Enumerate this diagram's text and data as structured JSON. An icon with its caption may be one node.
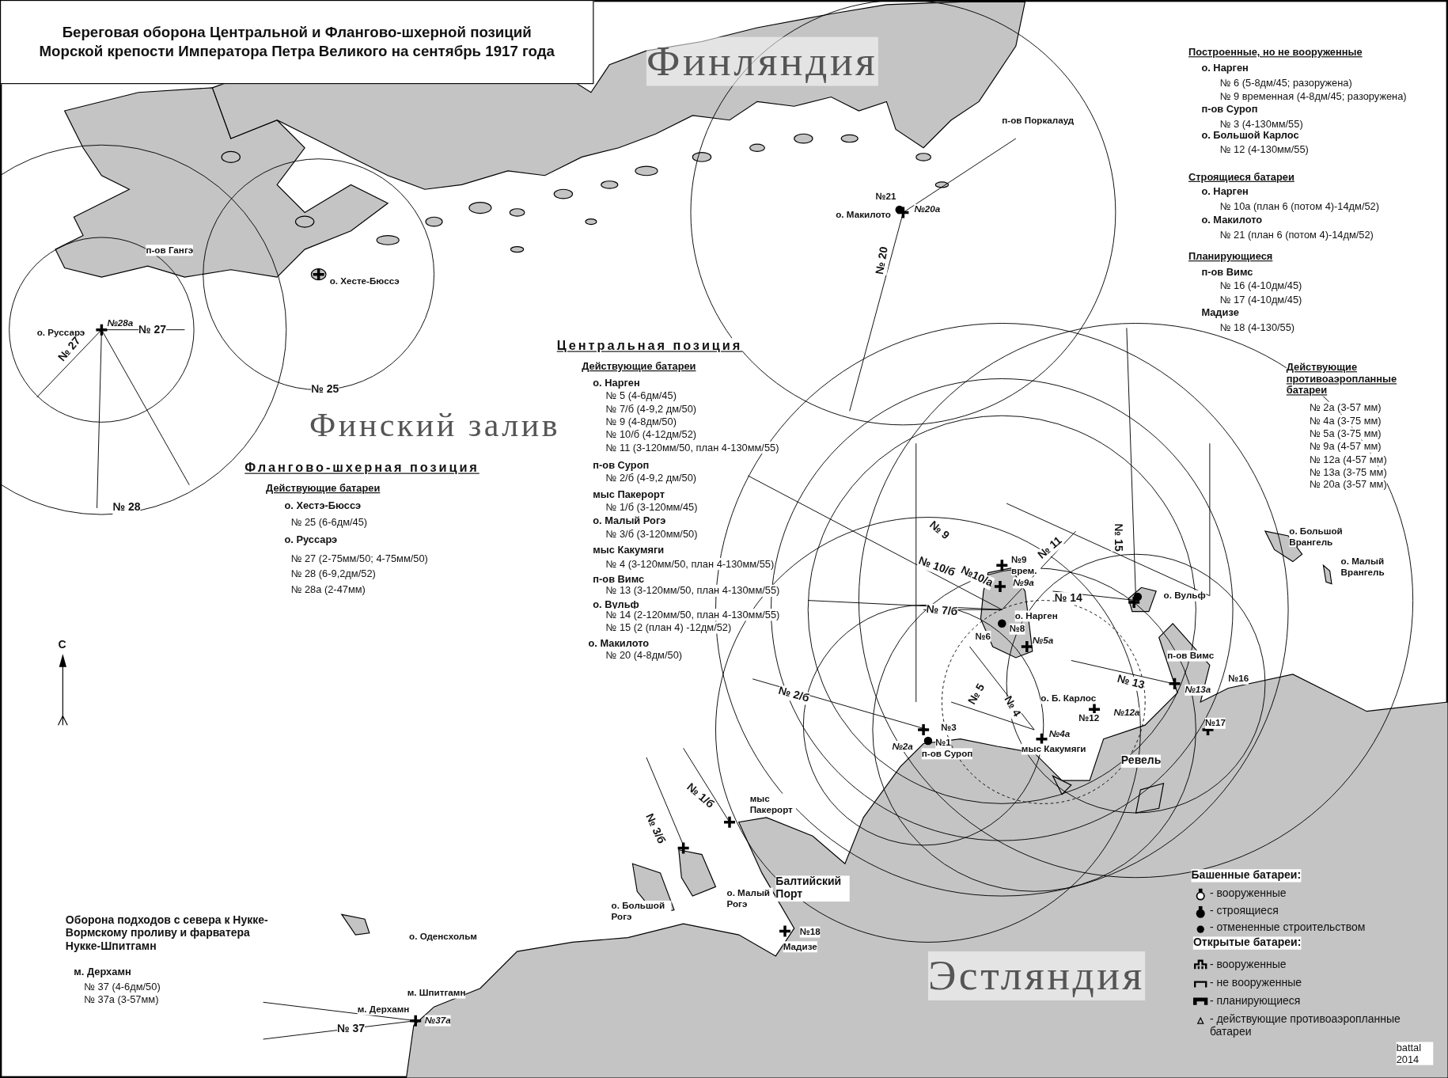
{
  "diagram": {
    "title": "Береговая оборона Центральной и Флангово-шхерной позиций Морской крепости Императора Петра Великого на сентябрь 1917 года",
    "labels": [
      "Финляндия",
      "п-ов Поркалауд",
      "№21",
      "о. Макилото",
      "№20а",
      "№ 20",
      "п-ов Гангэ",
      "о. Хесте-Бюссэ",
      "№28а",
      "о. Руссарэ",
      "№ 27",
      "№ 27",
      "№ 25",
      "№ 28",
      "Финский залив",
      "Флангово-шхерная позиция",
      "Действующие батареи",
      "о. Хестэ-Бюссэ",
      "№ 25 (6-6дм/45)",
      "о. Руссарэ",
      "№ 27 (2-75мм/50; 4-75мм/50)",
      "№ 28 (6-9,2дм/52)",
      "№ 28а (2-47мм)",
      "Центральная позиция",
      "Действующие батареи",
      "о. Нарген",
      "№ 5 (4-6дм/45)",
      "№ 7/б (4-9,2 дм/50)",
      "№ 9 (4-8дм/50)",
      "№ 10/б (4-12дм/52)",
      "№ 11 (3-120мм/50, план 4-130мм/55)",
      "п-ов Суроп",
      "№ 2/б (4-9,2 дм/50)",
      "мыс Пакерорт",
      "№ 1/б (3-120мм/45)",
      "о. Малый Рогэ",
      "№ 3/б (3-120мм/50)",
      "мыс Какумяги",
      "№ 4 (3-120мм/50, план 4-130мм/55)",
      "п-ов Вимс",
      "№ 13 (3-120мм/50, план 4-130мм/55)",
      "о. Вульф",
      "№ 14 (2-120мм/50, план 4-130мм/55)",
      "№ 15 (2 (план 4) -12дм/52)",
      "о. Макилото",
      "№ 20 (4-8дм/50)",
      "Построенные, но не вооруженные",
      "о. Нарген",
      "№ 6 (5-8дм/45; разоружена)",
      "№ 9 временная (4-8дм/45; разоружена)",
      "п-ов Суроп",
      "№ 3 (4-130мм/55)",
      "о. Большой Карлос",
      "№ 12 (4-130мм/55)",
      "Строящиеся батареи",
      "о. Нарген",
      "№ 10а (план 6 (потом 4)-14дм/52)",
      "о. Макилото",
      "№ 21 (план 6 (потом 4)-14дм/52)",
      "Планирующиеся",
      "п-ов Вимс",
      "№ 16 (4-10дм/45)",
      "№ 17 (4-10дм/45)",
      "Мадизе",
      "№ 18 (4-130/55)",
      "Действующие противоаэропланные батареи",
      "№ 2а (3-57 мм)",
      "№ 4а (3-75 мм)",
      "№ 5а (3-75 мм)",
      "№ 9а (4-57 мм)",
      "№ 12а (4-57 мм)",
      "№ 13а (3-75 мм)",
      "№ 20а (3-57 мм)",
      "№ 9",
      "№ 10/б",
      "№9 врем.",
      "№10/а",
      "№9а",
      "№ 11",
      "№ 15",
      "№ 14",
      "о. Вульф",
      "№ 7/б",
      "о. Нарген",
      "№8",
      "№6",
      "№5а",
      "о. Большой Врангель",
      "о. Малый Врангель",
      "п-ов Вимс",
      "№16",
      "№13а",
      "№ 13",
      "№ 2/б",
      "№ 5",
      "№ 4",
      "о. Б. Карлос",
      "№12",
      "№12а",
      "№17",
      "№3",
      "№1",
      "№2а",
      "п-ов Суроп",
      "№4а",
      "мыс Какумяги",
      "Ревель",
      "№ 1/б",
      "№ 3/б",
      "мыс Пакерорт",
      "Балтийский Порт",
      "о. Малый Рогэ",
      "о. Большой Рогэ",
      "№18",
      "Мадизе",
      "Оборона подходов с севера к Нукке-Вормскому проливу и фарватера Нукке-Шпитгамн",
      "м. Дерхамн",
      "№ 37 (4-6дм/50)",
      "№ 37а (3-57мм)",
      "Эстляндия",
      "о. Оденсхольм",
      "м. Шпитгамн",
      "м. Дерхамн",
      "№ 37",
      "№37а",
      "С",
      "Башенные батареи:",
      "Открытые батареи:",
      "battal 2014"
    ],
    "legend": [
      {
        "text": "- вооруженные"
      },
      {
        "text": "- строящиеся"
      },
      {
        "text": "- отмененные строительством"
      },
      {
        "text": "- вооруженные"
      },
      {
        "text": "- не вооруженные"
      },
      {
        "text": "- планирующиеся"
      },
      {
        "text": "- действующие противоаэропланные батареи"
      }
    ]
  }
}
